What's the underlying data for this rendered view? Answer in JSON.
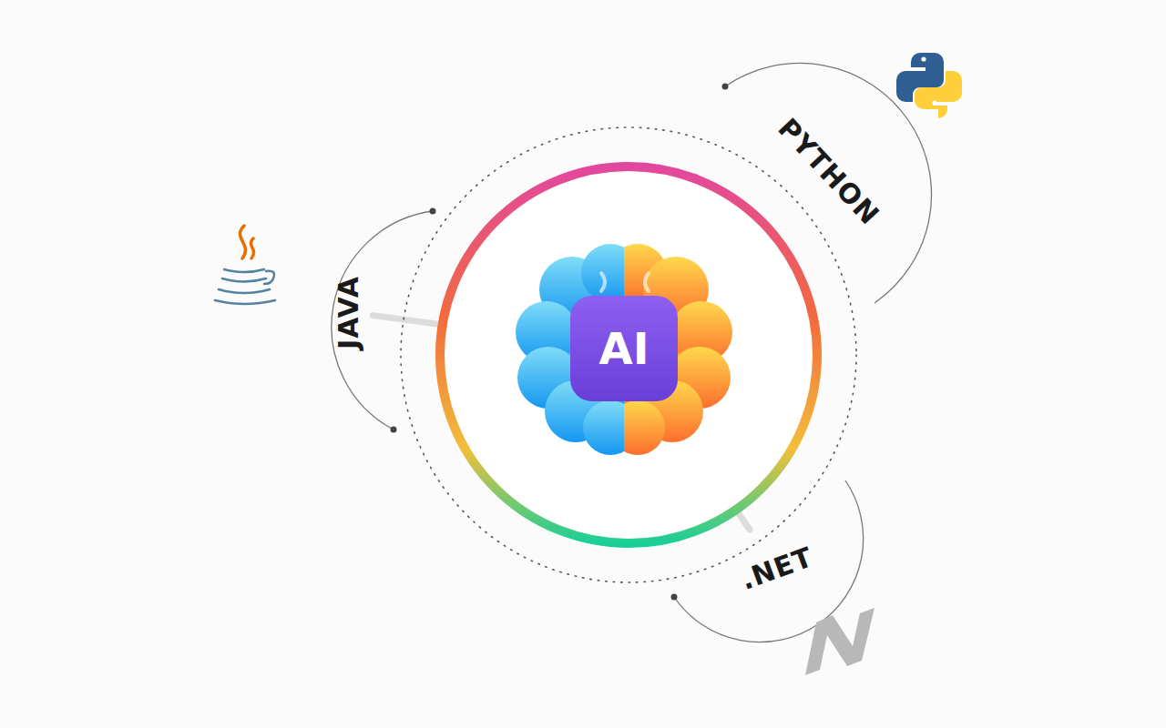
{
  "diagram": {
    "nodes": [
      {
        "text": [
          "AI"
        ]
      },
      {
        "text": [
          "JAVA"
        ]
      },
      {
        "text": [
          "PYTHON"
        ]
      },
      {
        "text": [
          ".NET"
        ]
      }
    ],
    "edges": [
      {
        "from": 0,
        "to": 1,
        "arrow": "none"
      },
      {
        "from": 0,
        "to": 2,
        "arrow": "none"
      },
      {
        "from": 0,
        "to": 3,
        "arrow": "none"
      }
    ]
  }
}
